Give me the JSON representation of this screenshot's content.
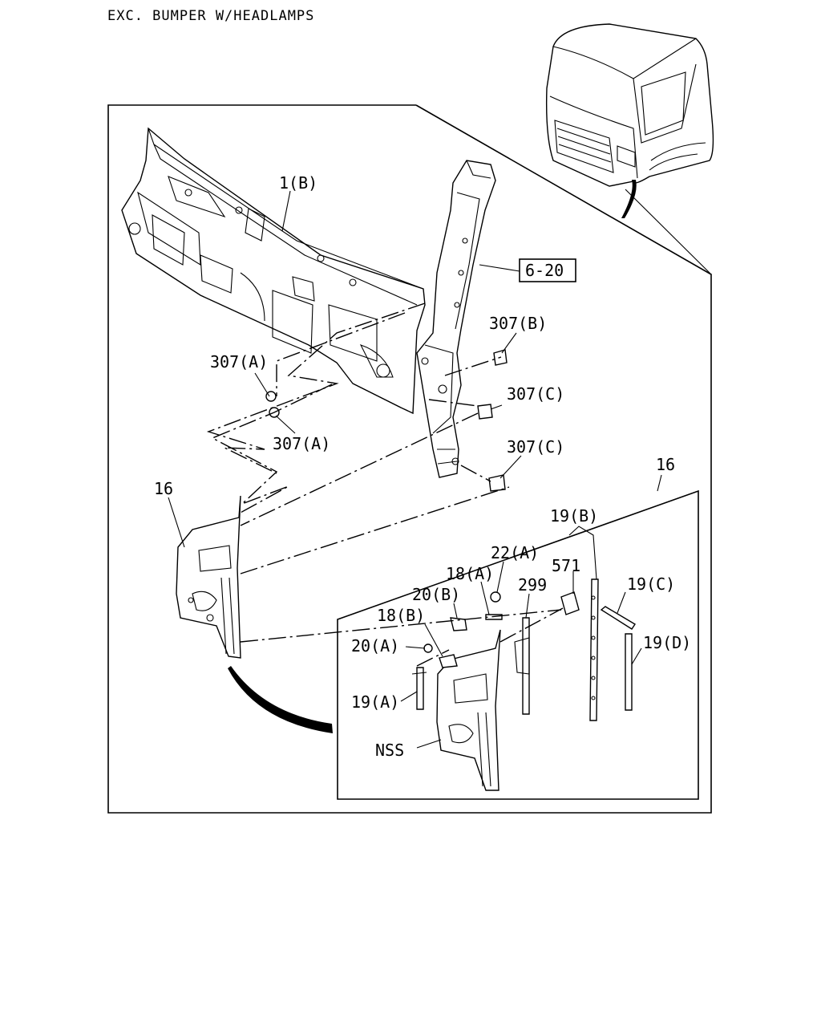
{
  "header": {
    "caption": "EXC. BUMPER W/HEADLAMPS"
  },
  "callouts": {
    "ref_box": "6-20",
    "p1b": "1(B)",
    "p307b": "307(B)",
    "p307a_top": "307(A)",
    "p307a_bottom": "307(A)",
    "p307c_top": "307(C)",
    "p307c_bottom": "307(C)",
    "p16_left": "16",
    "p16_inset": "16",
    "p19b": "19(B)",
    "p22a": "22(A)",
    "p571": "571",
    "p18a": "18(A)",
    "p299": "299",
    "p20b": "20(B)",
    "p19c": "19(C)",
    "p18b": "18(B)",
    "p20a": "20(A)",
    "p19d": "19(D)",
    "p19a": "19(A)",
    "nss": "NSS"
  }
}
